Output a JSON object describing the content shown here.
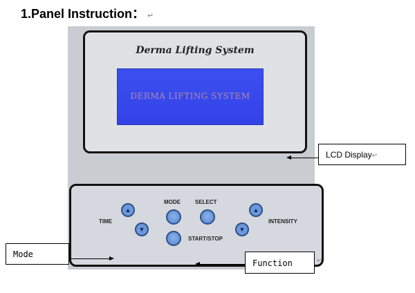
{
  "heading": "1.Panel Instruction：",
  "return_mark": "↵",
  "device": {
    "brand": "Derma Lifting System",
    "lcd_text": "DERMA LIFTING SYSTEM",
    "labels": {
      "time": "TIME",
      "mode": "MODE",
      "select": "SELECT",
      "start_stop": "START/STOP",
      "intensity": "INTENSITY"
    },
    "arrows": {
      "up": "▲",
      "down": "▼"
    }
  },
  "callouts": {
    "lcd": "LCD Display",
    "mode": "Mode",
    "function": "Function"
  }
}
